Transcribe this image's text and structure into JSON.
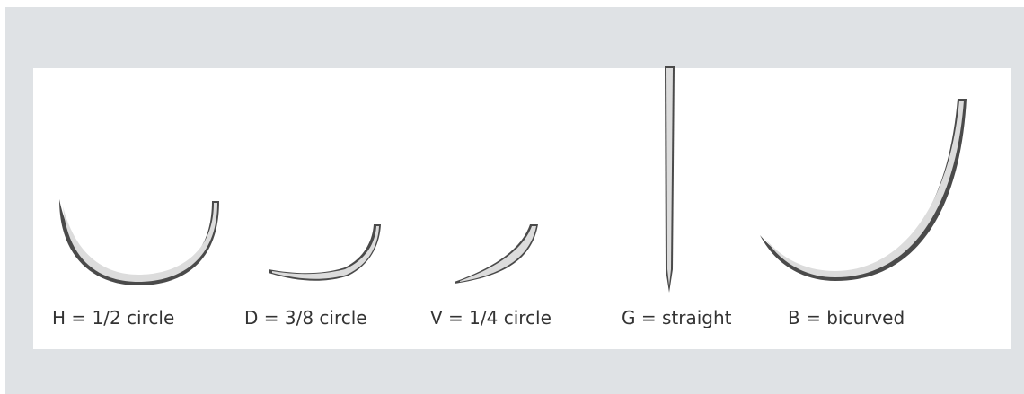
{
  "needles": [
    {
      "id": "h",
      "label": "H = 1/2 circle"
    },
    {
      "id": "d",
      "label": "D = 3/8 circle"
    },
    {
      "id": "v",
      "label": "V = 1/4 circle"
    },
    {
      "id": "g",
      "label": "G = straight"
    },
    {
      "id": "b",
      "label": "B = bicurved"
    }
  ],
  "colors": {
    "frame": "#dfe2e5",
    "panel": "#ffffff",
    "outline": "#4a4a4a",
    "fill": "#dcdcdc",
    "text": "#333333"
  }
}
